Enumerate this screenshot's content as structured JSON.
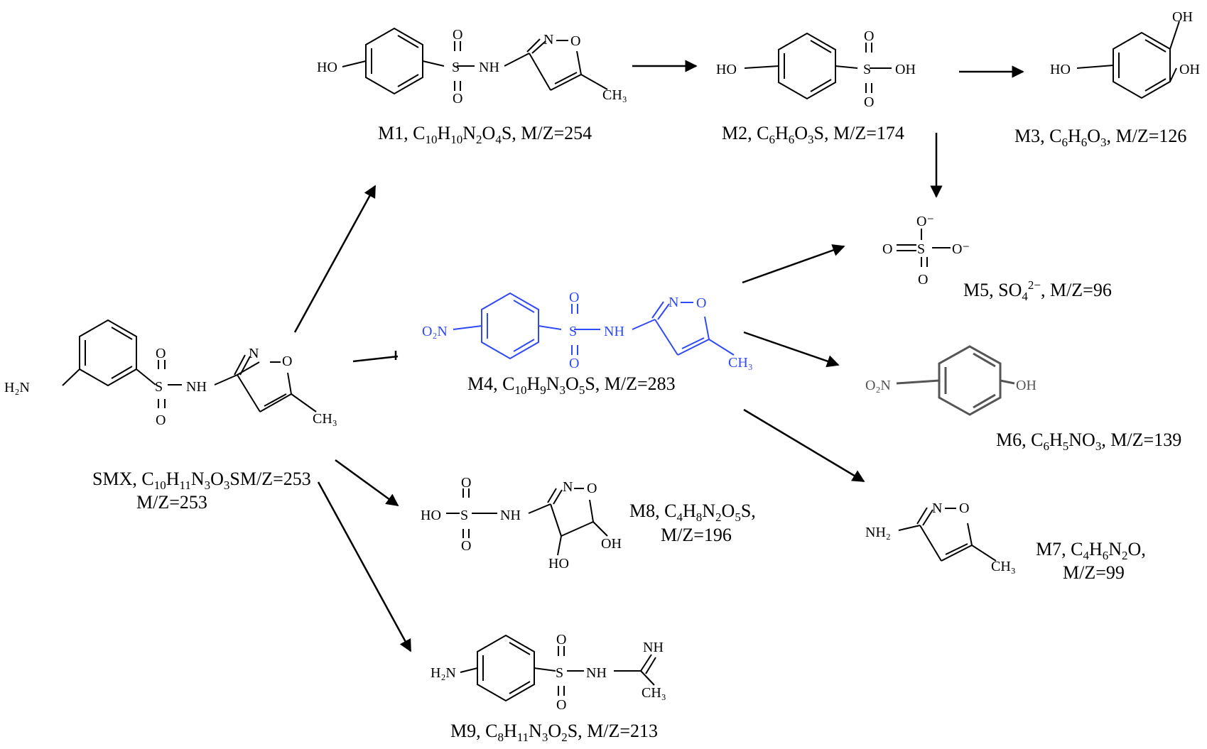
{
  "atoms": {
    "h2n": "H₂N",
    "nh": "NH",
    "nh2": "NH₂",
    "s": "S",
    "o": "O",
    "n": "N",
    "ho": "HO",
    "oh": "OH",
    "ch3": "CH₃",
    "o2n": "O₂N",
    "o_minus": "O⁻"
  },
  "compounds": {
    "smx": {
      "name": "SMX, ",
      "formula": [
        [
          "C",
          "10"
        ],
        [
          "H",
          "11"
        ],
        [
          "N",
          "3"
        ],
        [
          "O",
          "3"
        ],
        [
          "S",
          ""
        ]
      ],
      "mz": "M/Z=253"
    },
    "m1": {
      "name": "M1, ",
      "formula": [
        [
          "C",
          "10"
        ],
        [
          "H",
          "10"
        ],
        [
          "N",
          "2"
        ],
        [
          "O",
          "4"
        ],
        [
          "S",
          ""
        ]
      ],
      "mz": ", M/Z=254"
    },
    "m2": {
      "name": "M2, ",
      "formula": [
        [
          "C",
          "6"
        ],
        [
          "H",
          "6"
        ],
        [
          "O",
          "3"
        ],
        [
          "S",
          ""
        ]
      ],
      "mz": ", M/Z=174"
    },
    "m3": {
      "name": "M3, ",
      "formula": [
        [
          "C",
          "6"
        ],
        [
          "H",
          "6"
        ],
        [
          "O",
          "3"
        ]
      ],
      "mz": ", M/Z=126"
    },
    "m4": {
      "name": "M4, ",
      "formula": [
        [
          "C",
          "10"
        ],
        [
          "H",
          "9"
        ],
        [
          "N",
          "3"
        ],
        [
          "O",
          "5"
        ],
        [
          "S",
          ""
        ]
      ],
      "mz": ", M/Z=283"
    },
    "m5": {
      "name": "M5, SO",
      "sub": "4",
      "sup": "2−",
      "mz": ", M/Z=96"
    },
    "m6": {
      "name": "M6, ",
      "formula": [
        [
          "C",
          "6"
        ],
        [
          "H",
          "5"
        ],
        [
          "N",
          ""
        ],
        [
          "O",
          "3"
        ]
      ],
      "mz": ", M/Z=139"
    },
    "m7": {
      "name": "M7, ",
      "formula": [
        [
          "C",
          "4"
        ],
        [
          "H",
          "6"
        ],
        [
          "N",
          "2"
        ],
        [
          "O",
          ""
        ]
      ],
      "mz_line2": "M/Z=99",
      "trail": ","
    },
    "m8": {
      "name": "M8, ",
      "formula": [
        [
          "C",
          "4"
        ],
        [
          "H",
          "8"
        ],
        [
          "N",
          "2"
        ],
        [
          "O",
          "5"
        ],
        [
          "S",
          ""
        ]
      ],
      "mz_line2": "M/Z=196",
      "trail": ","
    },
    "m9": {
      "name": "M9, ",
      "formula": [
        [
          "C",
          "8"
        ],
        [
          "H",
          "11"
        ],
        [
          "N",
          "3"
        ],
        [
          "O",
          "2"
        ],
        [
          "S",
          ""
        ]
      ],
      "mz": ", M/Z=213"
    }
  },
  "colors": {
    "structure": "#000000",
    "m4_highlight": "#2f49f5",
    "m6_gray": "#555555",
    "arrow": "#000000"
  }
}
